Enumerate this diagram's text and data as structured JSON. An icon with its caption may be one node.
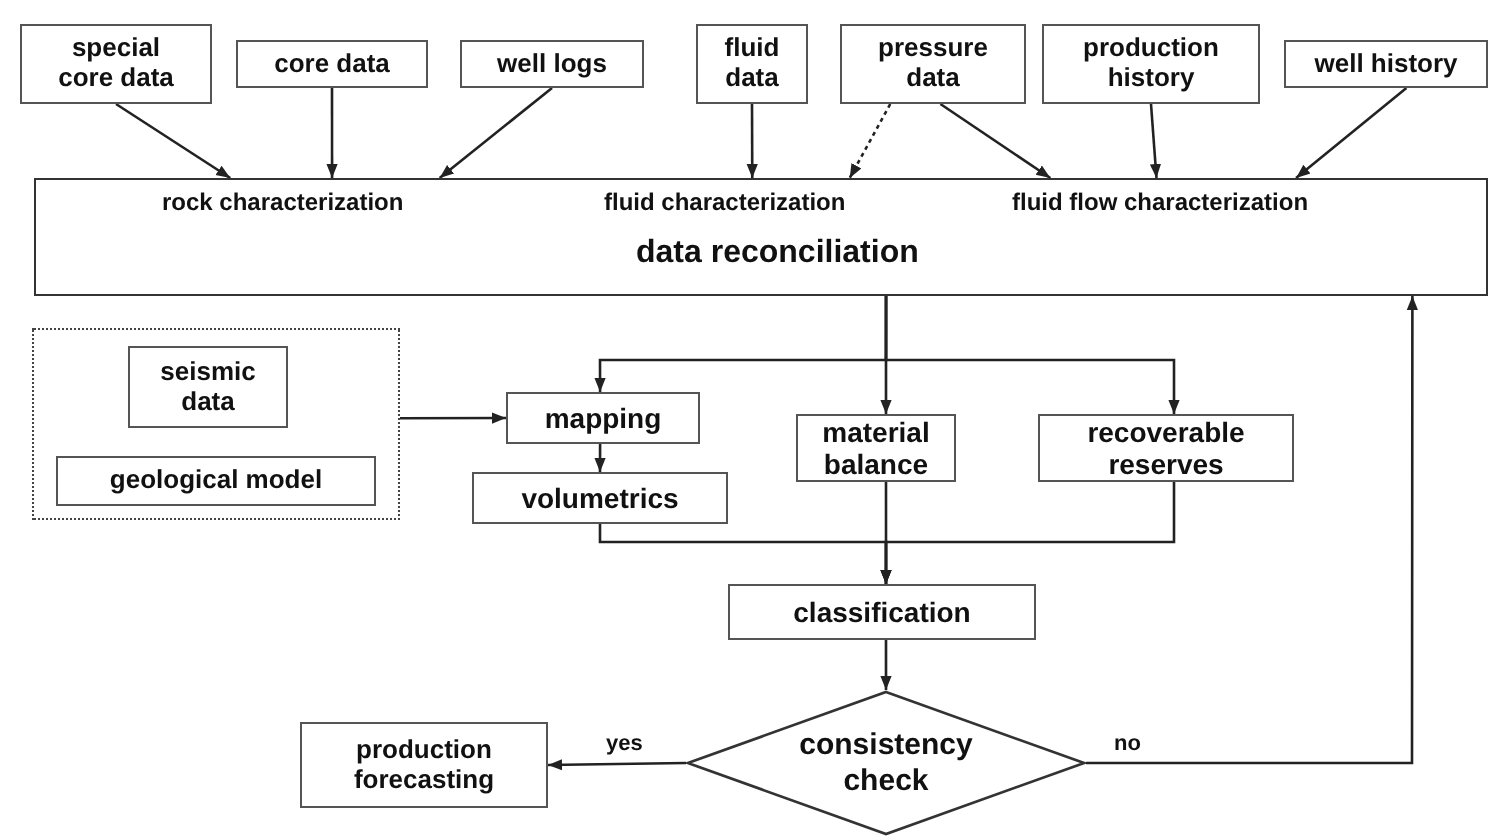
{
  "diagram": {
    "nodes": [
      {
        "text": [
          "special core data"
        ]
      },
      {
        "text": [
          "core data"
        ]
      },
      {
        "text": [
          "well logs"
        ]
      },
      {
        "text": [
          "fluid data"
        ]
      },
      {
        "text": [
          "pressure data"
        ]
      },
      {
        "text": [
          "production history"
        ]
      },
      {
        "text": [
          "well history"
        ]
      },
      {
        "text": [
          "rock characterization",
          "fluid characterization",
          "fluid flow characterization",
          "data reconciliation"
        ]
      },
      {
        "text": [],
        "shape": "box"
      },
      {
        "text": [
          "seismic data"
        ],
        "in": 8
      },
      {
        "text": [
          "geological model"
        ],
        "in": 8
      },
      {
        "text": [
          "mapping"
        ]
      },
      {
        "text": [
          "volumetrics"
        ]
      },
      {
        "text": [
          "material balance"
        ]
      },
      {
        "text": [
          "recoverable reserves"
        ]
      },
      {
        "text": [
          "classification"
        ]
      },
      {
        "text": [
          "consistency check"
        ]
      },
      {
        "text": [
          "production forecasting"
        ]
      }
    ],
    "edges": [
      {
        "from": 0,
        "to": 7,
        "arrow": "to"
      },
      {
        "from": 1,
        "to": 7,
        "arrow": "to"
      },
      {
        "from": 2,
        "to": 7,
        "arrow": "to"
      },
      {
        "from": 3,
        "to": 7,
        "arrow": "to"
      },
      {
        "from": 4,
        "to": 7,
        "arrow": "to",
        "style": "dashed"
      },
      {
        "from": 4,
        "to": 7,
        "arrow": "to"
      },
      {
        "from": 5,
        "to": 7,
        "arrow": "to"
      },
      {
        "from": 6,
        "to": 7,
        "arrow": "to"
      },
      {
        "from": 7,
        "to": 11,
        "arrow": "to"
      },
      {
        "from": 7,
        "to": 13,
        "arrow": "to"
      },
      {
        "from": 7,
        "to": 14,
        "arrow": "to"
      },
      {
        "from": 8,
        "to": 11,
        "arrow": "to"
      },
      {
        "from": 11,
        "to": 12,
        "arrow": "to"
      },
      {
        "from": 12,
        "to": 15,
        "arrow": "to"
      },
      {
        "from": 13,
        "to": 15,
        "arrow": "to"
      },
      {
        "from": 14,
        "to": 15,
        "arrow": "to"
      },
      {
        "from": 15,
        "to": 16,
        "arrow": "to"
      },
      {
        "from": 16,
        "to": 17,
        "arrow": "to",
        "label": "yes"
      },
      {
        "from": 16,
        "to": 7,
        "arrow": "to",
        "label": "no"
      }
    ]
  }
}
